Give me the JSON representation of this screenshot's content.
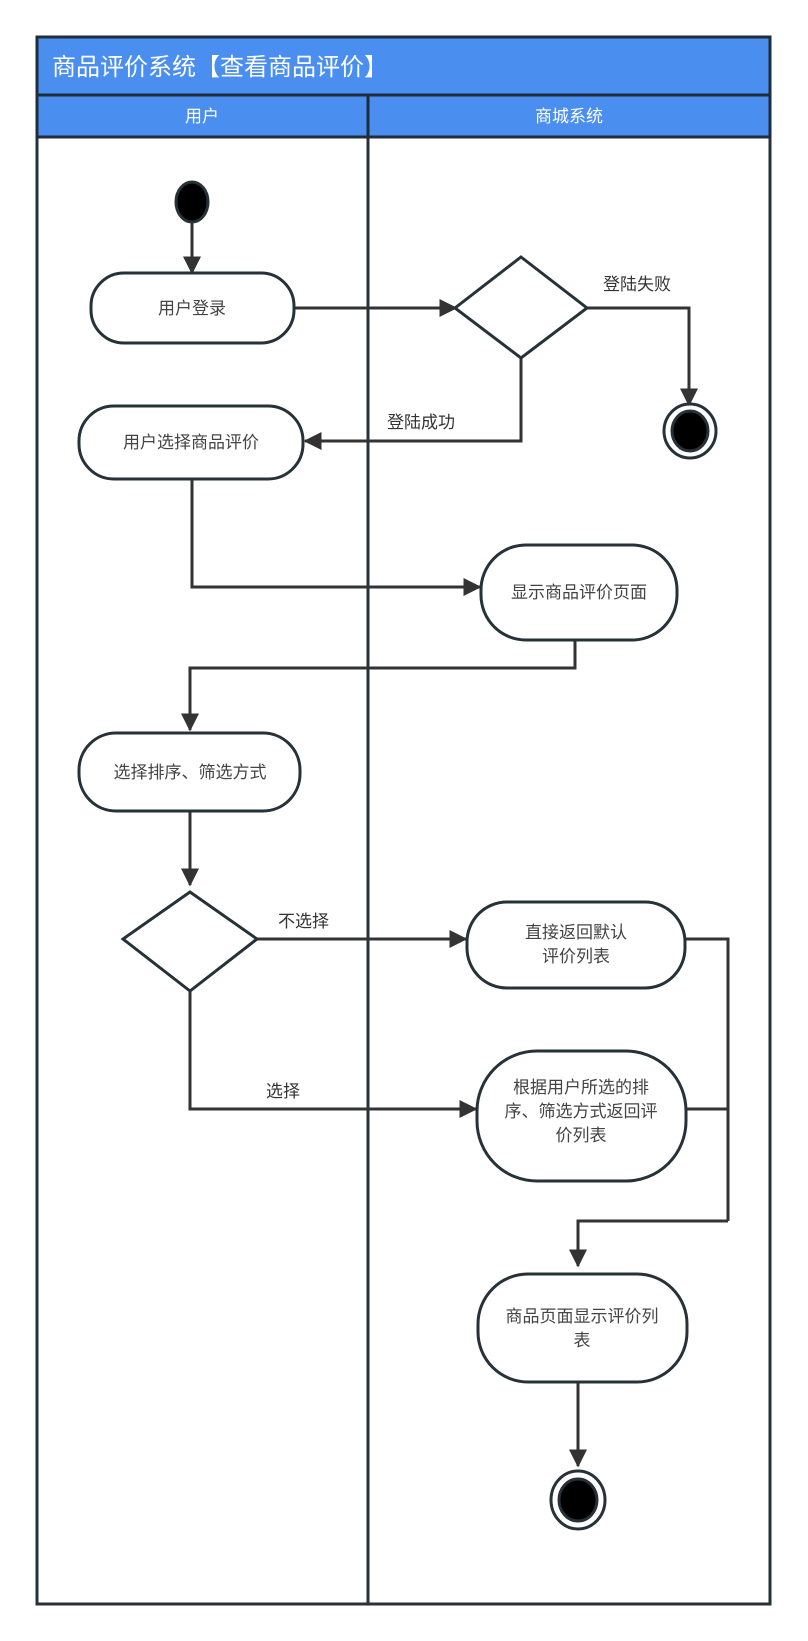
{
  "diagram": {
    "title": "商品评价系统【查看商品评价】",
    "lanes": [
      {
        "id": "user",
        "label": "用户"
      },
      {
        "id": "mall",
        "label": "商城系统"
      }
    ],
    "nodes": {
      "start": {
        "type": "initial",
        "lane": "user"
      },
      "login": {
        "type": "action",
        "lane": "user",
        "lines": [
          "用户登录"
        ]
      },
      "login_check": {
        "type": "decision",
        "lane": "mall"
      },
      "end_fail": {
        "type": "final",
        "lane": "mall"
      },
      "choose_review": {
        "type": "action",
        "lane": "user",
        "lines": [
          "用户选择商品评价"
        ]
      },
      "show_page": {
        "type": "action",
        "lane": "mall",
        "lines": [
          "显示商品评价页面"
        ]
      },
      "choose_sort": {
        "type": "action",
        "lane": "user",
        "lines": [
          "选择排序、筛选方式"
        ]
      },
      "sort_check": {
        "type": "decision",
        "lane": "user"
      },
      "default_list": {
        "type": "action",
        "lane": "mall",
        "lines": [
          "直接返回默认",
          "评价列表"
        ]
      },
      "filtered_list": {
        "type": "action",
        "lane": "mall",
        "lines": [
          "根据用户所选的排",
          "序、筛选方式返回评",
          "价列表"
        ]
      },
      "show_list": {
        "type": "action",
        "lane": "mall",
        "lines": [
          "商品页面显示评价列",
          "表"
        ]
      },
      "end": {
        "type": "final",
        "lane": "mall"
      }
    },
    "edges": [
      {
        "from": "start",
        "to": "login",
        "label": ""
      },
      {
        "from": "login",
        "to": "login_check",
        "label": ""
      },
      {
        "from": "login_check",
        "to": "end_fail",
        "label": "登陆失败"
      },
      {
        "from": "login_check",
        "to": "choose_review",
        "label": "登陆成功"
      },
      {
        "from": "choose_review",
        "to": "show_page",
        "label": ""
      },
      {
        "from": "show_page",
        "to": "choose_sort",
        "label": ""
      },
      {
        "from": "choose_sort",
        "to": "sort_check",
        "label": ""
      },
      {
        "from": "sort_check",
        "to": "default_list",
        "label": "不选择"
      },
      {
        "from": "sort_check",
        "to": "filtered_list",
        "label": "选择"
      },
      {
        "from": "default_list",
        "to": "show_list",
        "label": ""
      },
      {
        "from": "filtered_list",
        "to": "show_list",
        "label": ""
      },
      {
        "from": "show_list",
        "to": "end",
        "label": ""
      }
    ]
  }
}
